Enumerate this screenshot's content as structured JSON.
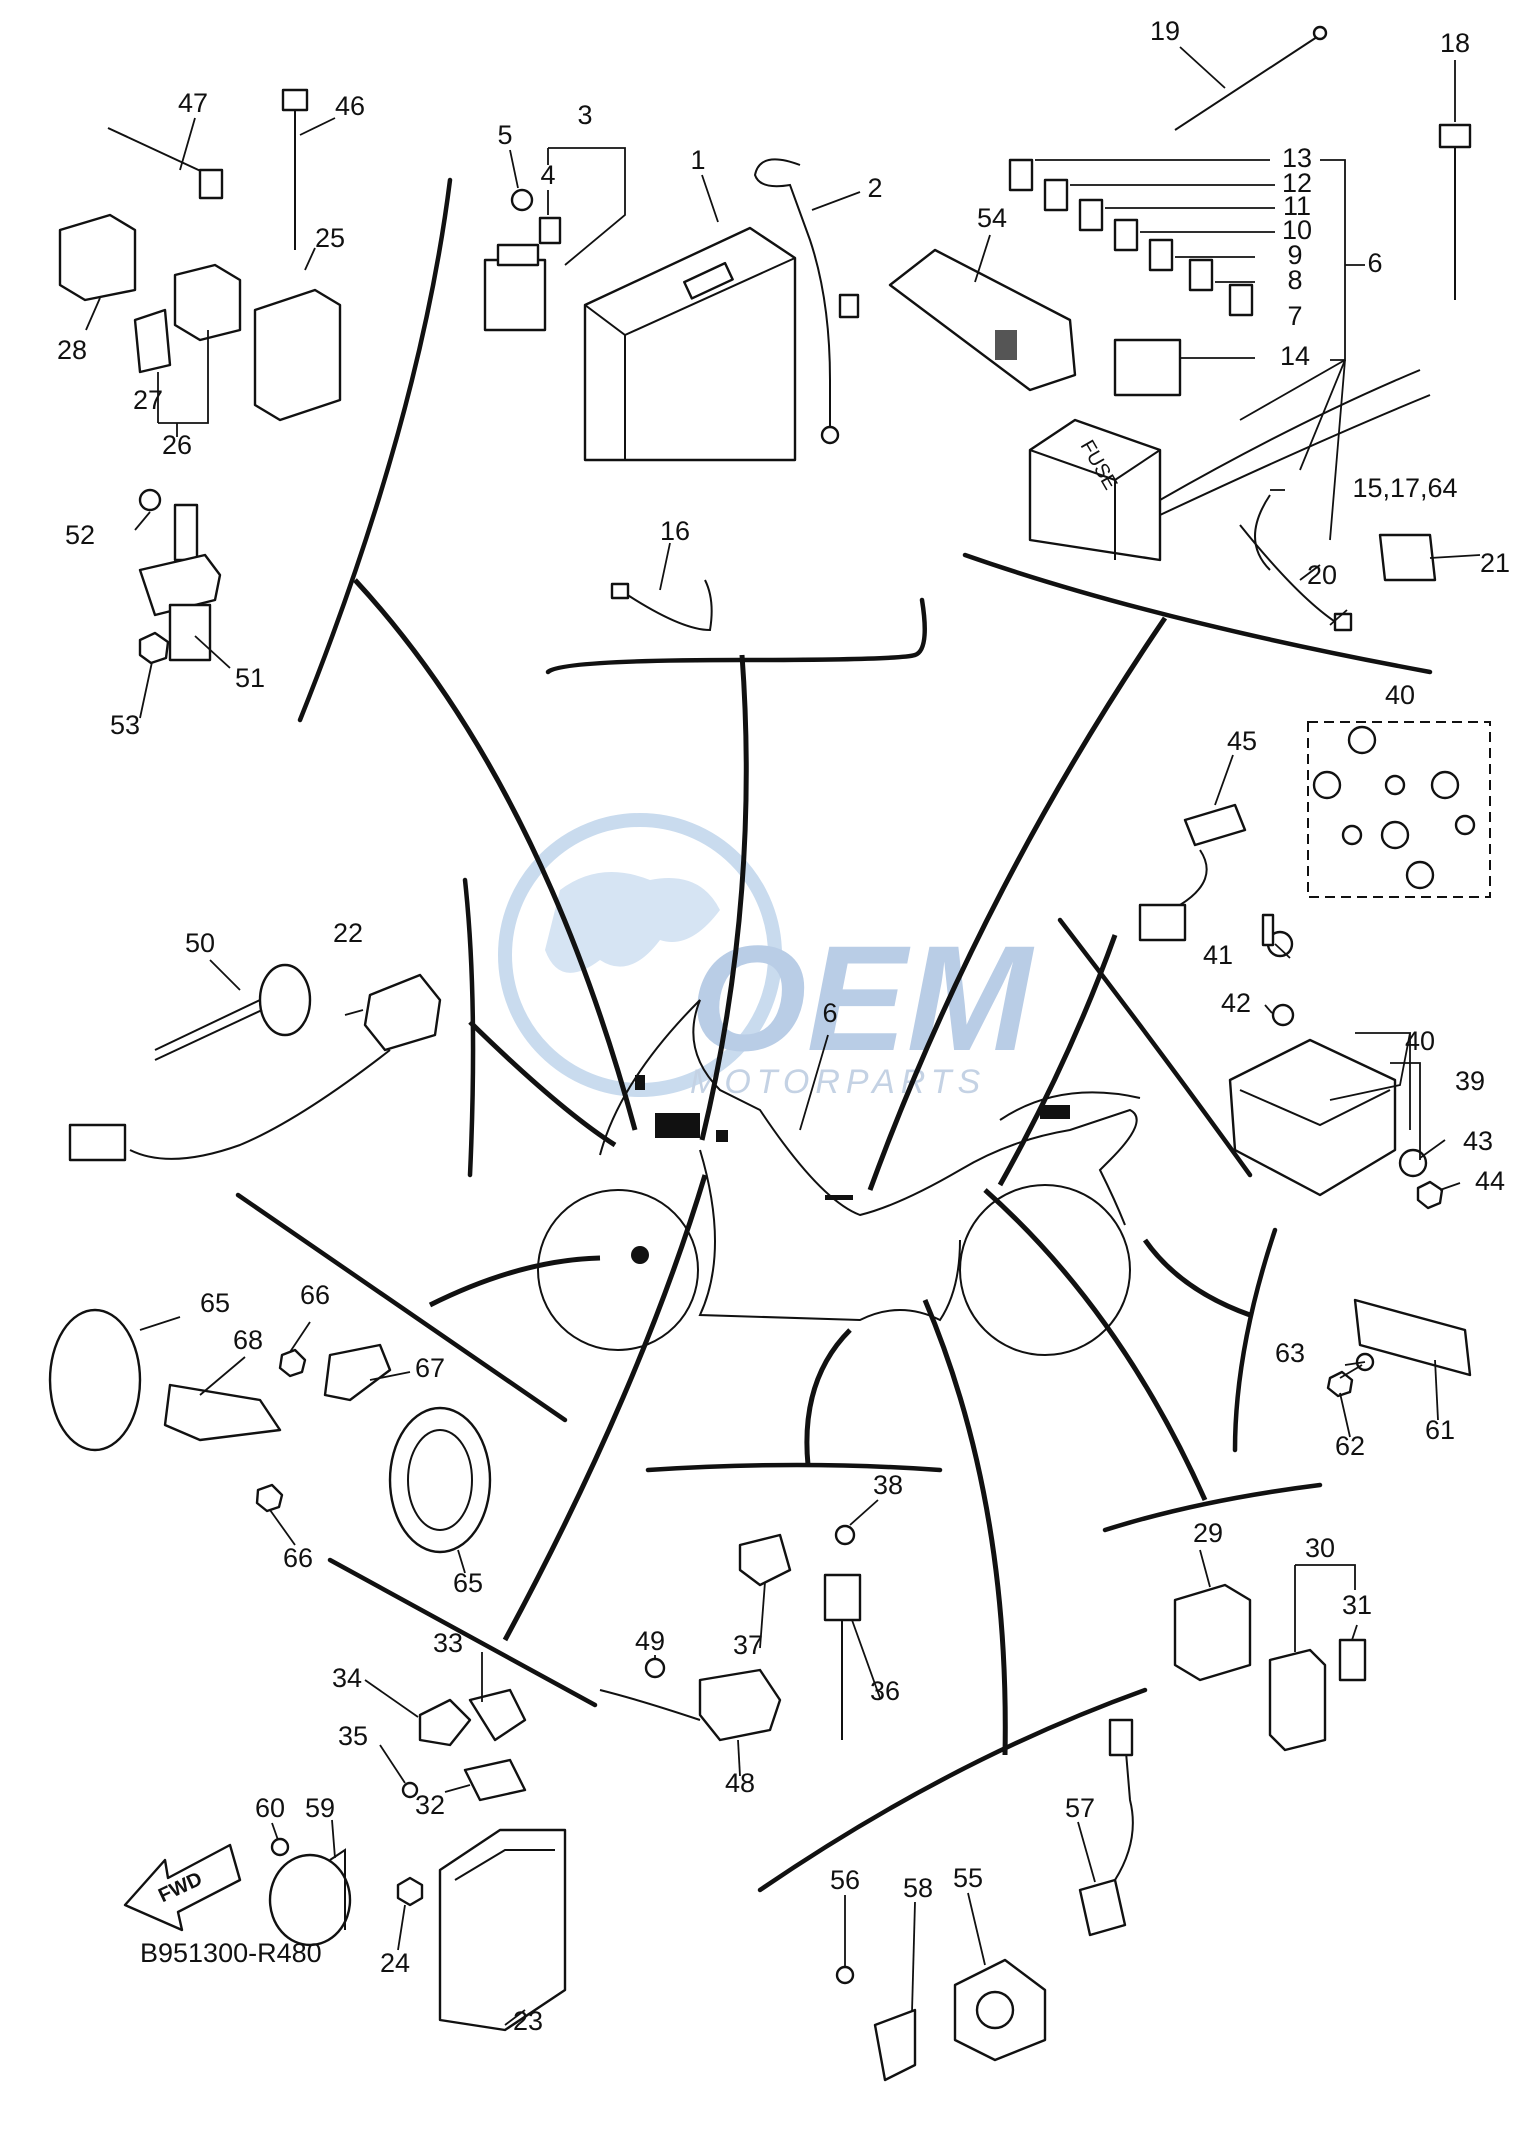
{
  "diagram": {
    "code": "B951300-R480",
    "fwd_label": "FWD",
    "watermark": {
      "main": "OEM",
      "sub": "MOTORPARTS"
    },
    "fuse_box_text": "FUSE",
    "callouts": {
      "c1": "1",
      "c2": "2",
      "c3": "3",
      "c4": "4",
      "c5": "5",
      "c6a": "6",
      "c6b": "6",
      "c7": "7",
      "c8": "8",
      "c9": "9",
      "c10": "10",
      "c11": "11",
      "c12": "12",
      "c13": "13",
      "c14": "14",
      "c15": "15,17,64",
      "c16": "16",
      "c18": "18",
      "c19": "19",
      "c20": "20",
      "c21": "21",
      "c22": "22",
      "c23": "23",
      "c24": "24",
      "c25": "25",
      "c26": "26",
      "c27": "27",
      "c28": "28",
      "c29": "29",
      "c30": "30",
      "c31": "31",
      "c32": "32",
      "c33": "33",
      "c34": "34",
      "c35": "35",
      "c36": "36",
      "c37": "37",
      "c38": "38",
      "c39": "39",
      "c40a": "40",
      "c40b": "40",
      "c41": "41",
      "c42": "42",
      "c43": "43",
      "c44": "44",
      "c45": "45",
      "c46": "46",
      "c47": "47",
      "c48": "48",
      "c49": "49",
      "c50": "50",
      "c51": "51",
      "c52": "52",
      "c53": "53",
      "c54": "54",
      "c55": "55",
      "c56": "56",
      "c57": "57",
      "c58": "58",
      "c59": "59",
      "c60": "60",
      "c61": "61",
      "c62": "62",
      "c63": "63",
      "c65a": "65",
      "c65b": "65",
      "c66a": "66",
      "c66b": "66",
      "c67": "67",
      "c68": "68"
    }
  }
}
